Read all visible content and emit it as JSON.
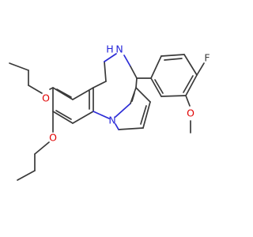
{
  "molecule": {
    "atom_labels": {
      "oxygen_upper": "O",
      "oxygen_lower": "O",
      "nitrogen_nh": "N",
      "hydrogen_nh": "H",
      "nitrogen_pyrrole": "N",
      "fluorine": "F",
      "oxygen_methoxy": "O"
    },
    "colors": {
      "bond": "#3a3a3a",
      "oxygen": "#e00000",
      "nitrogen": "#2323d9",
      "fluorine": "#3a3a3a",
      "background": "#ffffff"
    }
  }
}
